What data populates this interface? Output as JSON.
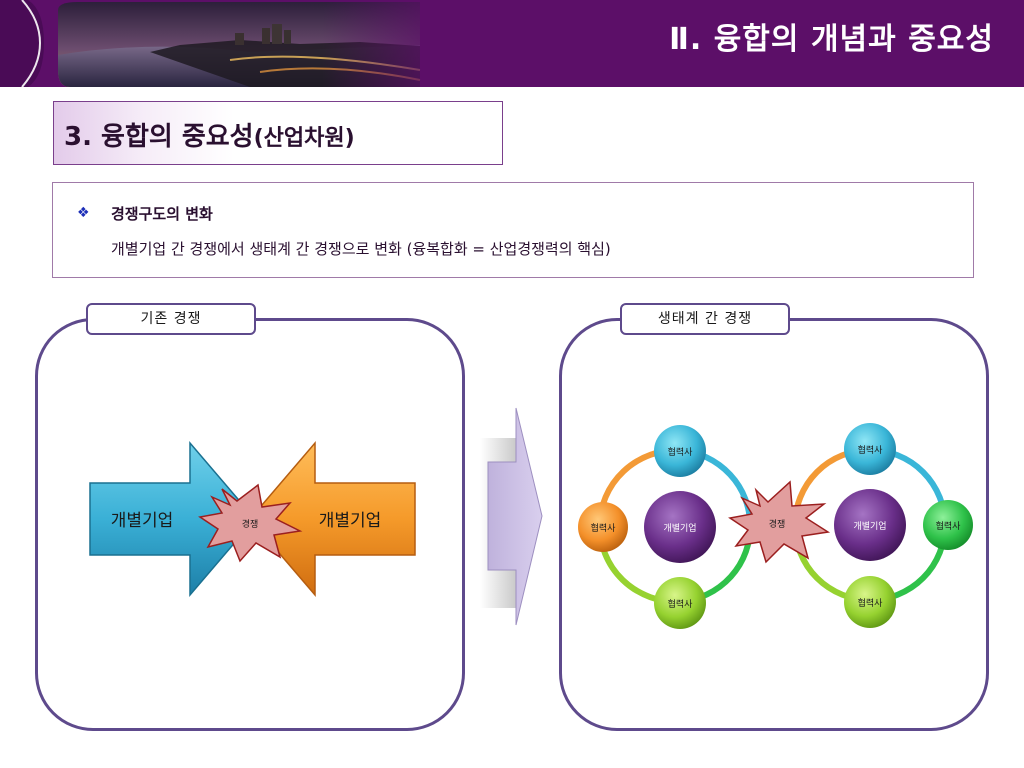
{
  "header": {
    "title": "Ⅱ. 융합의 개념과 중요성"
  },
  "section": {
    "number": "3.",
    "title": "융합의 중요성",
    "paren": "(산업차원)"
  },
  "bullet": {
    "icon": "diamond-bullet-icon",
    "title": "경쟁구도의 변화",
    "description": "개별기업 간 경쟁에서 생태계 간 경쟁으로 변화 (융복합화 = 산업경쟁력의 핵심)"
  },
  "left_panel": {
    "tab_label": "기존 경쟁",
    "arrow_left_label": "개별기업",
    "arrow_right_label": "개별기업",
    "burst_label": "경쟁"
  },
  "right_panel": {
    "tab_label": "생태계 간 경쟁",
    "burst_label": "경쟁",
    "left_cluster": {
      "center": "개별기업",
      "top": "협력사",
      "left": "협력사",
      "bottom": "협력사"
    },
    "right_cluster": {
      "center": "개별기업",
      "top": "협력사",
      "right": "협력사",
      "bottom": "협력사"
    }
  },
  "colors": {
    "header_bg": "#5c0f68",
    "panel_border": "#5e4a8c",
    "center_circle": "#6a2f8a",
    "burst_fill": "#e09a9a",
    "burst_stroke": "#9b1f1f"
  }
}
